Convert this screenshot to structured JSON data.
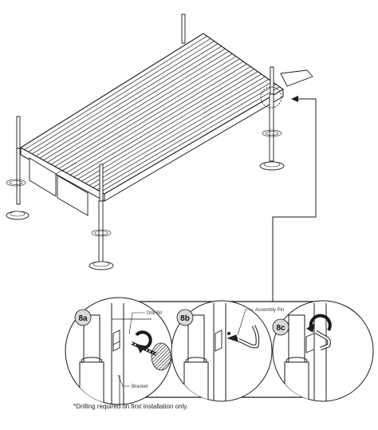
{
  "steps": [
    {
      "badge": "8a",
      "callouts": [
        "Drill Bit",
        "Bracket"
      ]
    },
    {
      "badge": "8b",
      "callouts": [
        "Assembly Pin"
      ]
    },
    {
      "badge": "8c",
      "callouts": []
    }
  ],
  "footnote": "*Drilling required on first installation only.",
  "colors": {
    "line": "#1a1a1a",
    "deck_fill": "#ffffff",
    "badge_fill": "#d9d9d9",
    "accent_dark": "#222222"
  }
}
